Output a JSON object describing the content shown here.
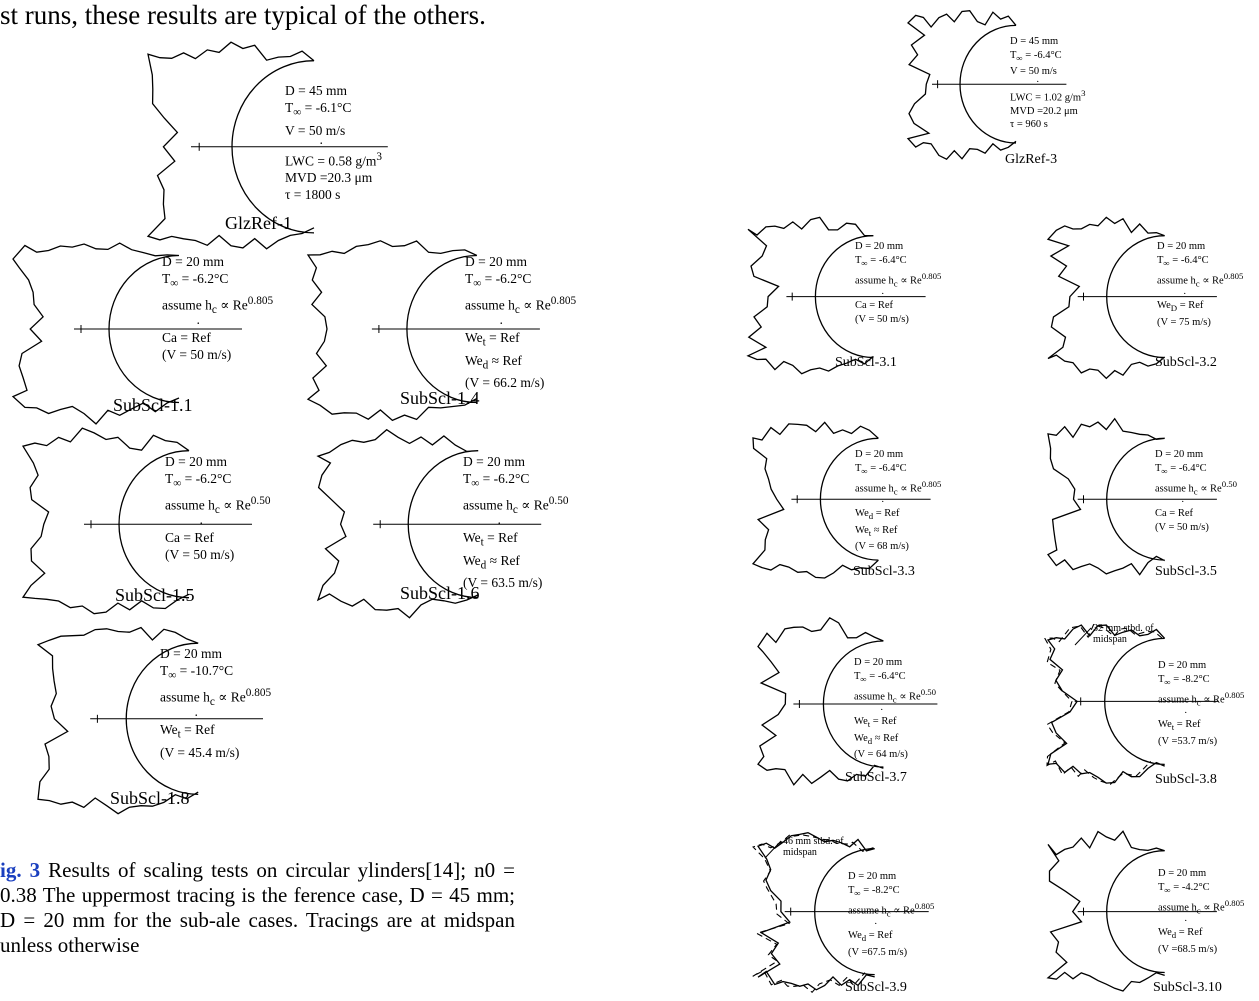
{
  "intro_text": "st runs,  these results are typical of the others.",
  "left_panels": [
    {
      "id": "glzref-1",
      "caption": "GlzRef-1",
      "line1": "D  = 45 mm",
      "line2": "T∞ = -6.1°C",
      "line3": "V  = 50 m/s",
      "line4": "LWC = 0.58 g/m³",
      "line5": "MVD =20.3 μm",
      "line6": "τ  =  1800 s"
    },
    {
      "id": "subscl-1-1",
      "caption": "SubScl-1.1",
      "line1": "D  = 20 mm",
      "line2": "T∞ = -6.2°C",
      "line3": "assume  hc ∝ Re^0.805",
      "line4": "Ca = Ref",
      "line5": "(V = 50 m/s)",
      "line6": ""
    },
    {
      "id": "subscl-1-4",
      "caption": "SubScl-1.4",
      "line1": "D  = 20 mm",
      "line2": "T∞ = -6.2°C",
      "line3": "assume  hc ∝ Re^0.805",
      "line4": "Wet = Ref",
      "line5": "Wed ≈ Ref",
      "line6": "(V = 66.2  m/s)"
    },
    {
      "id": "subscl-1-5",
      "caption": "SubScl-1.5",
      "line1": "D  = 20 mm",
      "line2": "T∞ = -6.2°C",
      "line3": "assume  hc ∝ Re^0.50",
      "line4": "Ca = Ref",
      "line5": "(V = 50 m/s)",
      "line6": ""
    },
    {
      "id": "subscl-1-6",
      "caption": "SubScl-1.6",
      "line1": "D  = 20 mm",
      "line2": "T∞ = -6.2°C",
      "line3": "assume  hc ∝ Re^0.50",
      "line4": "Wet = Ref",
      "line5": "Wed ≈ Ref",
      "line6": "(V = 63.5  m/s)"
    },
    {
      "id": "subscl-1-8",
      "caption": "SubScl-1.8",
      "line1": "D  = 20 mm",
      "line2": "T∞ = -10.7°C",
      "line3": "assume  hc ∝ Re^0.805",
      "line4": "Wet = Ref",
      "line5": "(V = 45.4  m/s)",
      "line6": ""
    }
  ],
  "right_panels": [
    {
      "id": "glzref-3",
      "caption": "GlzRef-3",
      "line1": "D  = 45 mm",
      "line2": "T∞ = -6.4°C",
      "line3": "V  = 50 m/s",
      "line4": "LWC = 1.02 g/m³",
      "line5": "MVD =20.2 μm",
      "line6": "τ  = 960 s"
    },
    {
      "id": "subscl-3-1",
      "caption": "SubScl-3.1",
      "line1": "D  = 20 mm",
      "line2": "T∞ = -6.4°C",
      "line3": "assume  hc ∝ Re^0.805",
      "line4": "Ca = Ref",
      "line5": "(V = 50 m/s)",
      "line6": ""
    },
    {
      "id": "subscl-3-2",
      "caption": "SubScl-3.2",
      "line1": "D  = 20 mm",
      "line2": "T∞ = -6.4°C",
      "line3": "assume  hc ∝ Re^0.805",
      "line4": "WeD = Ref",
      "line5": "(V = 75  m/s)",
      "line6": ""
    },
    {
      "id": "subscl-3-3",
      "caption": "SubScl-3.3",
      "line1": "D  = 20 mm",
      "line2": "T∞ = -6.4°C",
      "line3": "assume  hc ∝ Re^0.805",
      "line4": "Wed = Ref",
      "line5": "Wet ≈ Ref",
      "line6": "(V = 68 m/s)"
    },
    {
      "id": "subscl-3-5",
      "caption": "SubScl-3.5",
      "line1": "D  = 20 mm",
      "line2": "T∞ = -6.4°C",
      "line3": "assume  hc ∝ Re^0.50",
      "line4": "Ca = Ref",
      "line5": "(V = 50  m/s)",
      "line6": ""
    },
    {
      "id": "subscl-3-7",
      "caption": "SubScl-3.7",
      "line1": "D  = 20 mm",
      "line2": "T∞ = -6.4°C",
      "line3": "assume  hc ∝ Re^0.50",
      "line4": "Wet = Ref",
      "line5": "Wed ≈ Ref",
      "line6": "(V = 64  m/s)"
    },
    {
      "id": "subscl-3-8",
      "caption": "SubScl-3.8",
      "line1": "D  = 20 mm",
      "line2": "T∞ = -8.2°C",
      "line3": "assume  hc ∝ Re^0.805",
      "line4": "Wet = Ref",
      "line5": "(V =53.7  m/s)",
      "line6": "",
      "note": "32 mm stbd. of\nmidspan"
    },
    {
      "id": "subscl-3-9",
      "caption": "SubScl-3.9",
      "line1": "D  = 20 mm",
      "line2": "T∞ = -8.2°C",
      "line3": "assume  hc ∝ Re^0.805",
      "line4": "Wed = Ref",
      "line5": "(V =67.5  m/s)",
      "line6": "",
      "note": "46 mm stbd. of\nmidspan"
    },
    {
      "id": "subscl-3-10",
      "caption": "SubScl-3.10",
      "line1": "D  = 20 mm",
      "line2": "T∞ = -4.2°C",
      "line3": "assume  hc ∝ Re^0.805",
      "line4": "Wed = Ref",
      "line5": "(V =68.5  m/s)",
      "line6": ""
    }
  ],
  "figure_caption": {
    "label": "ig.  3",
    "text": "   Results  of  scaling  tests  on  circular ylinders[14]; n0 = 0.38   The uppermost tracing is the ference case, D = 45 mm;  D = 20 mm for the sub-ale cases.  Tracings are at midspan unless otherwise"
  }
}
